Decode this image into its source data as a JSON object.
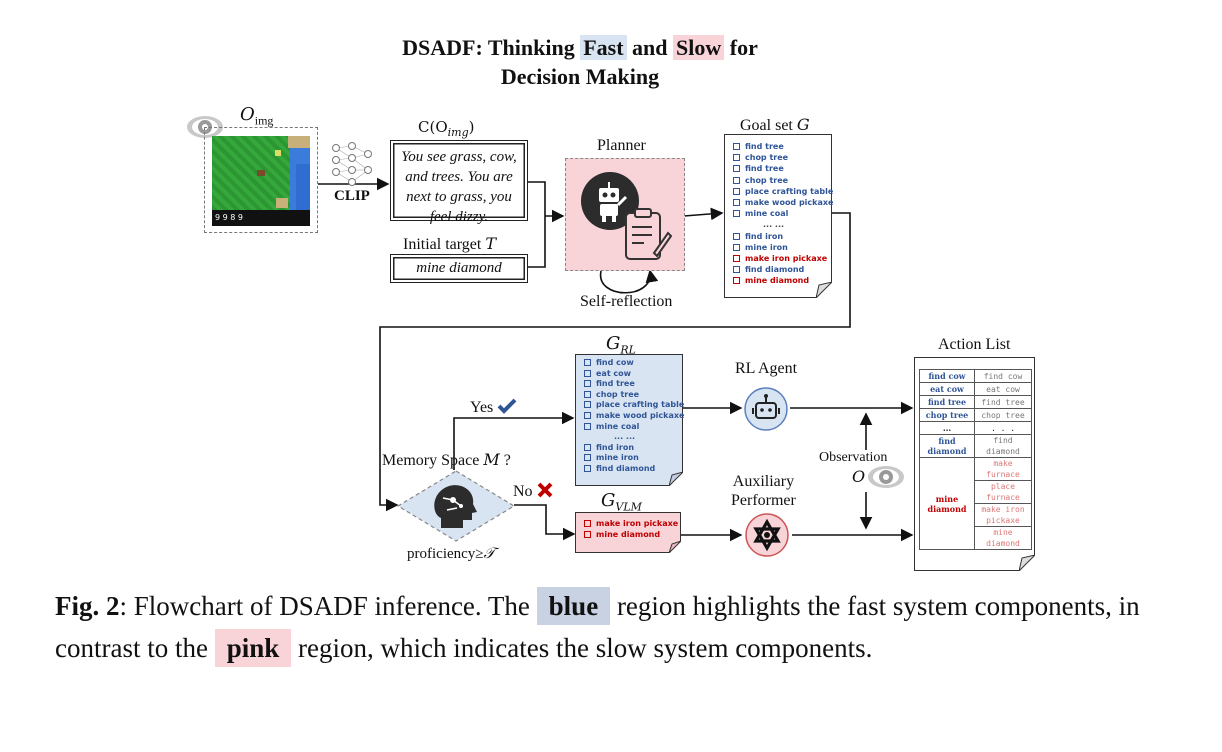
{
  "title": {
    "prefix": "DSADF:  Thinking ",
    "fast": "Fast",
    "middle": " and ",
    "slow": "Slow",
    "suffix": " for",
    "line2": "Decision Making"
  },
  "obs_image": {
    "label": "O",
    "label_sub": "img",
    "hud": "9  9  8  9"
  },
  "clip_label": "CLIP",
  "caption_box": {
    "label": "C(O",
    "label_sub": "img",
    "label_close": ")",
    "text": "You see grass, cow, and trees. You are next to grass, you feel dizzy."
  },
  "target": {
    "label": "Initial target ",
    "label_math": "T",
    "value": "mine diamond"
  },
  "planner": {
    "label": "Planner",
    "self_reflection": "Self-reflection"
  },
  "goal_set": {
    "label": "Goal set ",
    "label_math": "G",
    "items": [
      {
        "text": "find tree",
        "color": "blue"
      },
      {
        "text": "chop tree",
        "color": "blue"
      },
      {
        "text": "find tree",
        "color": "blue"
      },
      {
        "text": "chop tree",
        "color": "blue"
      },
      {
        "text": "place crafting table",
        "color": "blue"
      },
      {
        "text": "make wood pickaxe",
        "color": "blue"
      },
      {
        "text": "mine coal",
        "color": "blue"
      },
      {
        "text": "... ...",
        "color": "gray"
      },
      {
        "text": "find iron",
        "color": "blue"
      },
      {
        "text": "mine iron",
        "color": "blue"
      },
      {
        "text": "make iron pickaxe",
        "color": "red"
      },
      {
        "text": "find diamond",
        "color": "blue"
      },
      {
        "text": "mine diamond",
        "color": "red"
      }
    ]
  },
  "g_rl": {
    "label": "G",
    "label_sub": "RL",
    "items": [
      "find cow",
      "eat cow",
      "find tree",
      "chop tree",
      "place crafting table",
      "make wood pickaxe",
      "mine coal",
      "... ...",
      "find iron",
      "mine iron",
      "find diamond"
    ]
  },
  "g_vlm": {
    "label": "G",
    "label_sub": "VLM",
    "items": [
      "make iron pickaxe",
      "mine diamond"
    ]
  },
  "memory": {
    "label": "Memory Space ",
    "label_math": "M",
    "q": " ?",
    "yes": "Yes",
    "no": "No",
    "proficiency": "proficiency≥",
    "proficiency_math": "𝒯"
  },
  "rl_agent": {
    "label": "RL Agent"
  },
  "aux": {
    "line1": "Auxiliary",
    "line2": "Performer"
  },
  "observation": {
    "label": "Observation",
    "math": "O"
  },
  "action_list": {
    "label": "Action List",
    "rows": [
      {
        "goal": "find cow",
        "action": "find cow",
        "goal_color": "blue"
      },
      {
        "goal": "eat cow",
        "action": "eat cow",
        "goal_color": "blue"
      },
      {
        "goal": "find tree",
        "action": "find tree",
        "goal_color": "blue"
      },
      {
        "goal": "chop tree",
        "action": "chop tree",
        "goal_color": "blue"
      },
      {
        "goal": "...",
        "action": ". . .",
        "goal_color": "gray"
      },
      {
        "goal": "find diamond",
        "action": "find diamond",
        "goal_color": "blue"
      }
    ],
    "mine_goal": "mine diamond",
    "mine_actions": [
      "make furnace",
      "place furnace",
      "make iron pickaxe",
      "mine diamond"
    ]
  },
  "caption": {
    "fig": "Fig. 2",
    "text1": ": Flowchart of DSADF inference. The ",
    "blue": "blue",
    "text2": " region highlights the fast system components, in contrast to the ",
    "pink": "pink",
    "text3": " region, which indicates the slow system components."
  },
  "colors": {
    "blue_region": "#d9e4f3",
    "pink_region": "#f8d3d8",
    "blue_text": "#2f5597",
    "red_text": "#c00000",
    "check": "#2f5597",
    "cross": "#c00000"
  }
}
